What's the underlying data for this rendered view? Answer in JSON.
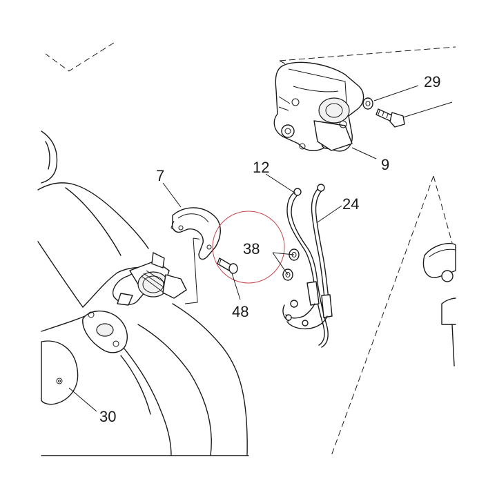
{
  "callouts": {
    "p29": "29",
    "p9": "9",
    "p12": "12",
    "p24": "24",
    "p7": "7",
    "p38": "38",
    "p48": "48",
    "p30": "30"
  },
  "highlight": {
    "color": "#c8454c",
    "target_part": "38"
  }
}
